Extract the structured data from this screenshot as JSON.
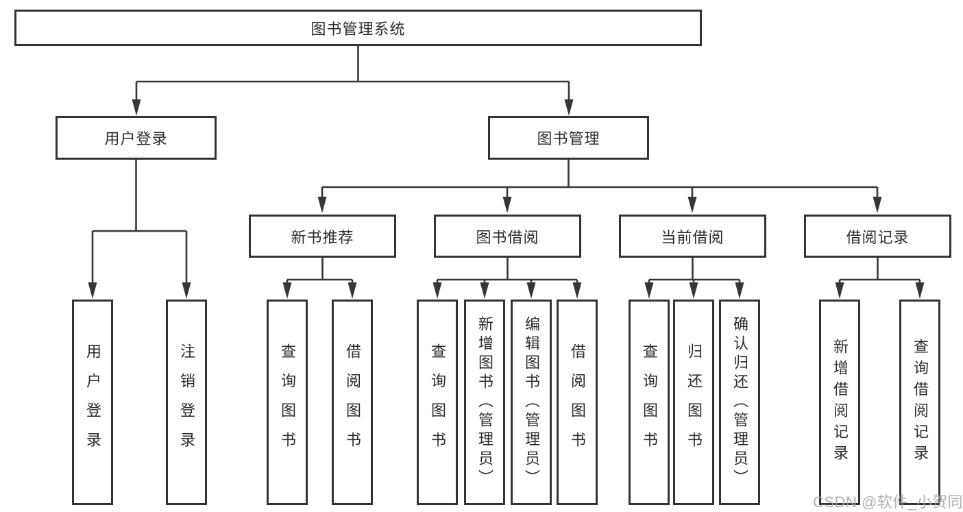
{
  "tree": {
    "label": "图书管理系统",
    "children": [
      {
        "label": "用户登录",
        "children": [
          {
            "label": "用户登录"
          },
          {
            "label": "注销登录"
          }
        ]
      },
      {
        "label": "图书管理",
        "children": [
          {
            "label": "新书推荐",
            "children": [
              {
                "label": "查询图书"
              },
              {
                "label": "借阅图书"
              }
            ]
          },
          {
            "label": "图书借阅",
            "children": [
              {
                "label": "查询图书"
              },
              {
                "label": "新增图书（管理员）"
              },
              {
                "label": "编辑图书（管理员）"
              },
              {
                "label": "借阅图书"
              }
            ]
          },
          {
            "label": "当前借阅",
            "children": [
              {
                "label": "查询图书"
              },
              {
                "label": "归还图书"
              },
              {
                "label": "确认归还（管理员）"
              }
            ]
          },
          {
            "label": "借阅记录",
            "children": [
              {
                "label": "新增借阅记录"
              },
              {
                "label": "查询借阅记录"
              }
            ]
          }
        ]
      }
    ]
  },
  "watermark": {
    "text": "CSDN @软件_小贺同学"
  },
  "colors": {
    "line": "#363636",
    "box_border": "#333333",
    "text": "#2c2c2c",
    "watermark": "#a9a9a9",
    "background": "#ffffff"
  }
}
